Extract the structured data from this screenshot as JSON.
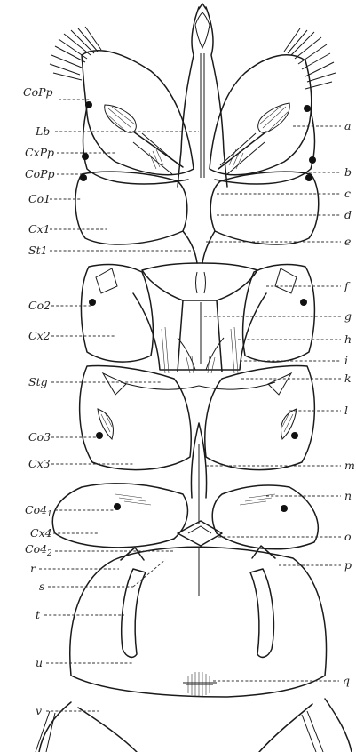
{
  "left_labels": [
    {
      "id": "CoPp_top",
      "text": "CoPp"
    },
    {
      "id": "Lb",
      "text": "Lb"
    },
    {
      "id": "CxPp",
      "text": "CxPp"
    },
    {
      "id": "CoPp_2",
      "text": "CoPp"
    },
    {
      "id": "Co1",
      "text": "Co1"
    },
    {
      "id": "Cx1",
      "text": "Cx1"
    },
    {
      "id": "St1",
      "text": "St1"
    },
    {
      "id": "Co2",
      "text": "Co2"
    },
    {
      "id": "Cx2",
      "text": "Cx2"
    },
    {
      "id": "Stg",
      "text": "Stg"
    },
    {
      "id": "Co3",
      "text": "Co3"
    },
    {
      "id": "Cx3",
      "text": "Cx3"
    },
    {
      "id": "Co4_1",
      "text": "Co4",
      "sub": "1"
    },
    {
      "id": "Cx4",
      "text": "Cx4"
    },
    {
      "id": "Co4_2",
      "text": "Co4",
      "sub": "2"
    },
    {
      "id": "r",
      "text": "r"
    },
    {
      "id": "s",
      "text": "s"
    },
    {
      "id": "t",
      "text": "t"
    },
    {
      "id": "u",
      "text": "u"
    },
    {
      "id": "v",
      "text": "v"
    }
  ],
  "right_labels": [
    {
      "id": "a",
      "text": "a"
    },
    {
      "id": "b",
      "text": "b"
    },
    {
      "id": "c",
      "text": "c"
    },
    {
      "id": "d",
      "text": "d"
    },
    {
      "id": "e",
      "text": "e"
    },
    {
      "id": "f",
      "text": "f"
    },
    {
      "id": "g",
      "text": "g"
    },
    {
      "id": "h",
      "text": "h"
    },
    {
      "id": "i",
      "text": "i"
    },
    {
      "id": "k",
      "text": "k"
    },
    {
      "id": "l",
      "text": "l"
    },
    {
      "id": "m",
      "text": "m"
    },
    {
      "id": "n",
      "text": "n"
    },
    {
      "id": "o",
      "text": "o"
    },
    {
      "id": "p",
      "text": "p"
    },
    {
      "id": "q",
      "text": "q"
    }
  ]
}
